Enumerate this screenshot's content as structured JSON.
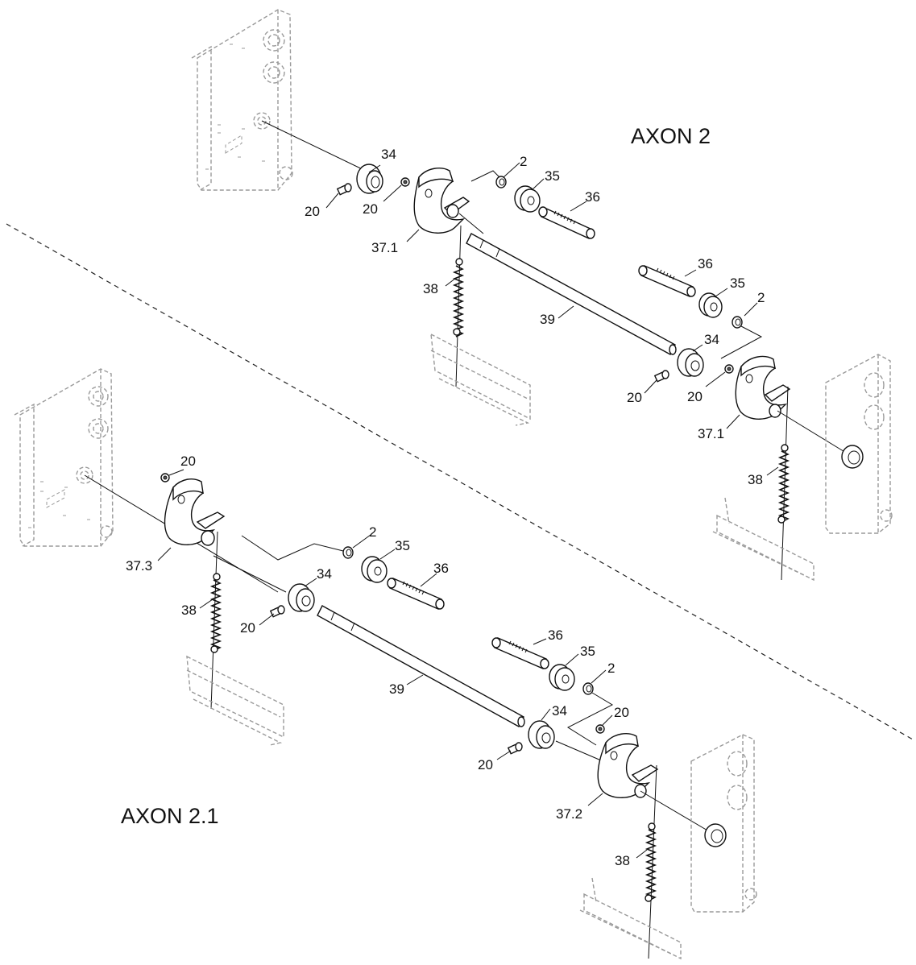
{
  "titles": {
    "axon2": "AXON 2",
    "axon21": "AXON 2.1"
  },
  "callouts": {
    "top": {
      "p34a": "34",
      "p20a": "20",
      "p20b": "20",
      "p37a": "37.1",
      "p2a": "2",
      "p35a": "35",
      "p36a": "36",
      "p38a": "38",
      "p39": "39",
      "p36b": "36",
      "p35b": "35",
      "p2b": "2",
      "p34b": "34",
      "p20c": "20",
      "p20d": "20",
      "p37b": "37.1",
      "p38b": "38"
    },
    "bottom": {
      "p20a": "20",
      "p37a": "37.3",
      "p2a": "2",
      "p35a": "35",
      "p34a": "34",
      "p36a": "36",
      "p38a": "38",
      "p20b": "20",
      "p36b": "36",
      "p35b": "35",
      "p2b": "2",
      "p39": "39",
      "p34b": "34",
      "p20c": "20",
      "p20d": "20",
      "p37b": "37.2",
      "p38b": "38"
    }
  }
}
